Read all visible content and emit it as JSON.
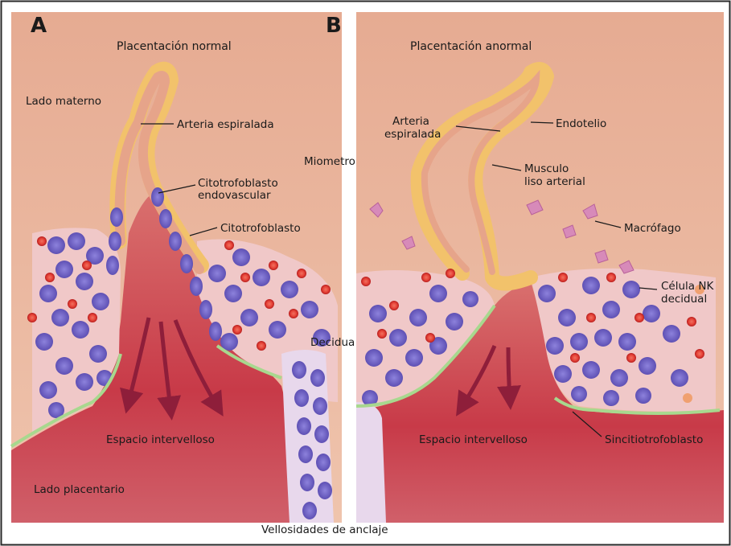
{
  "panels": [
    {
      "letter": "A",
      "title": "Placentación normal"
    },
    {
      "letter": "B",
      "title": "Placentación anormal"
    }
  ],
  "labels": {
    "lado_materno": "Lado materno",
    "arteria_a": "Arteria espiralada",
    "miometro": "Miometro",
    "cito_endo_1": "Citotrofoblasto",
    "cito_endo_2": "endovascular",
    "citotrofoblasto": "Citotrofoblasto",
    "decidua": "Decidua",
    "espacio_a": "Espacio intervelloso",
    "lado_placentario": "Lado placentario",
    "vellosidades": "Vellosidades de anclaje",
    "arteria_b_1": "Arteria",
    "arteria_b_2": "espiralada",
    "endotelio": "Endotelio",
    "musculo_1": "Musculo",
    "musculo_2": "liso arterial",
    "macrofago": "Macrófago",
    "nk_1": "Célula NK",
    "nk_2": "decidual",
    "espacio_b": "Espacio intervelloso",
    "sincitio": "Sincitiotrofoblasto"
  },
  "colors": {
    "frame": "#2a2a2a",
    "tissue": "#e9b6a0",
    "blood": "#c73848",
    "trophoblast": "#7566c9",
    "rbc": "#d42a2a",
    "artery_wall": "#f2c26b",
    "macrophage": "#d78ab9",
    "syncytium": "#a8d88e",
    "arrow": "#8e1e3a"
  }
}
